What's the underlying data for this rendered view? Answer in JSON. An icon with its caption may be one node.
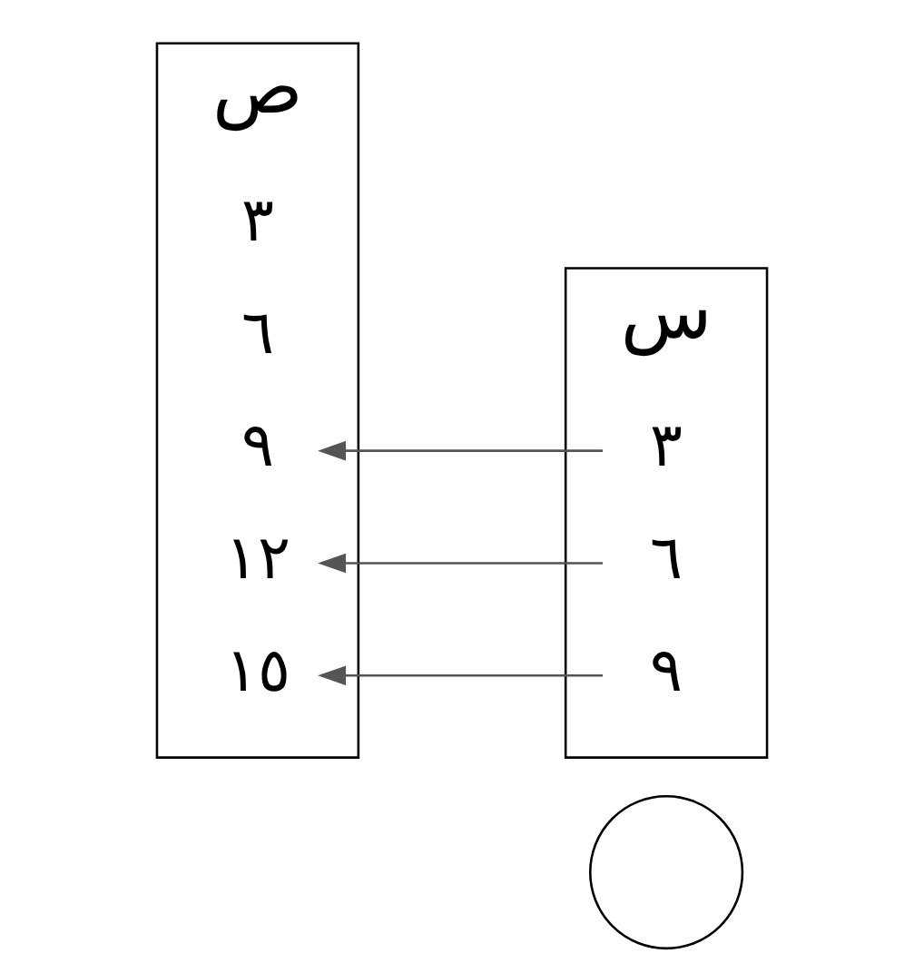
{
  "diagram": {
    "nodes": [
      {
        "text": [],
        "shape": "circle"
      },
      {
        "text": [
          "ص"
        ]
      },
      {
        "text": [
          "٣"
        ],
        "in": 1
      },
      {
        "text": [
          "٦"
        ],
        "in": 1
      },
      {
        "text": [
          "٩"
        ],
        "in": 1
      },
      {
        "text": [
          "١٢"
        ],
        "in": 1
      },
      {
        "text": [
          "١٥"
        ],
        "in": 1
      },
      {
        "text": [
          "س"
        ]
      },
      {
        "text": [
          "٣"
        ],
        "in": 7
      },
      {
        "text": [
          "٦"
        ],
        "in": 7
      },
      {
        "text": [
          "٩"
        ],
        "in": 7
      }
    ],
    "edges": [
      {
        "from": 8,
        "to": 4,
        "arrow": "to"
      },
      {
        "from": 9,
        "to": 5,
        "arrow": "to"
      },
      {
        "from": 10,
        "to": 6,
        "arrow": "to"
      }
    ]
  }
}
